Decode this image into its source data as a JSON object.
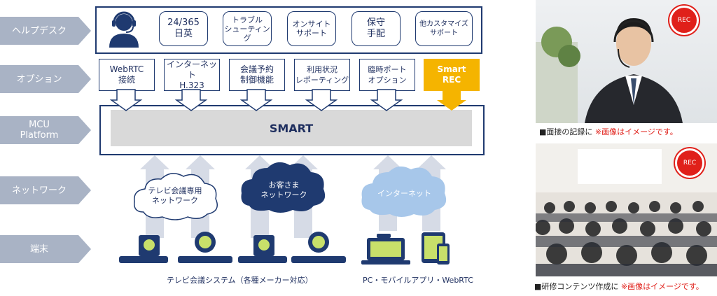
{
  "layers": [
    {
      "label": "ヘルプデスク"
    },
    {
      "label": "オプション"
    },
    {
      "label": "MCU\nPlatform"
    },
    {
      "label": "ネットワーク"
    },
    {
      "label": "端末"
    }
  ],
  "helpdesk": {
    "items": [
      {
        "label": "24/365\n日英"
      },
      {
        "label": "トラブル\nシューティング"
      },
      {
        "label": "オンサイト\nサポート"
      },
      {
        "label": "保守\n手配"
      },
      {
        "label": "他カスタマイズ\nサポート"
      }
    ],
    "operator_icon": "headset-operator-icon"
  },
  "options": [
    {
      "label": "WebRTC\n接続"
    },
    {
      "label": "インターネット\nH.323"
    },
    {
      "label": "会議予約\n制御機能"
    },
    {
      "label": "利用状況\nレポーティング"
    },
    {
      "label": "臨時ポート\nオプション"
    },
    {
      "label": "Smart\nREC"
    }
  ],
  "platform": {
    "label": "SMART"
  },
  "networks": [
    {
      "label": "テレビ会議専用\nネットワーク"
    },
    {
      "label": "お客さま\nネットワーク"
    },
    {
      "label": "インターネット"
    }
  ],
  "devices": {
    "group1_label": "テレビ会議システム（各種メーカー対応）",
    "group2_label": "PC・モバイルアプリ・WebRTC"
  },
  "photos": [
    {
      "rec": "REC",
      "caption_prefix": "■面接の記録に",
      "caption_note": "※画像はイメージです。"
    },
    {
      "rec": "REC",
      "caption_prefix": "■研修コンテンツ作成に",
      "caption_note": "※画像はイメージです。"
    }
  ],
  "colors": {
    "layer_gray": "#a9b3c5",
    "navy": "#1f3a70",
    "smart_rec": "#f5b400",
    "rec_red": "#e0201a",
    "internet_cloud": "#a7c7ea",
    "customer_cloud": "#1f3a70",
    "platform_bar": "#d9d9d9"
  }
}
